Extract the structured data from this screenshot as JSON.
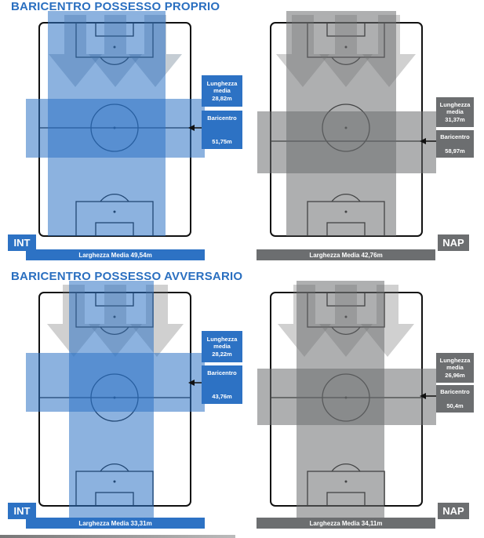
{
  "sections": [
    {
      "title": "BARICENTRO POSSESSO PROPRIO",
      "panels": [
        {
          "team": "INT",
          "width_label": "Larghezza Media 49,54m",
          "length_title": "Lunghezza media",
          "length_value": "28,82m",
          "bari_title": "Baricentro",
          "bari_value": "51,75m",
          "color": "#2d72c4"
        },
        {
          "team": "NAP",
          "width_label": "Larghezza Media 42,76m",
          "length_title": "Lunghezza media",
          "length_value": "31,37m",
          "bari_title": "Baricentro",
          "bari_value": "58,97m",
          "color": "#6c6e70"
        }
      ]
    },
    {
      "title": "BARICENTRO POSSESSO AVVERSARIO",
      "panels": [
        {
          "team": "INT",
          "width_label": "Larghezza Media 33,31m",
          "length_title": "Lunghezza media",
          "length_value": "28,22m",
          "bari_title": "Baricentro",
          "bari_value": "43,76m",
          "color": "#2d72c4"
        },
        {
          "team": "NAP",
          "width_label": "Larghezza Media 34,11m",
          "length_title": "Lunghezza media",
          "length_value": "26,96m",
          "bari_title": "Baricentro",
          "bari_value": "50,4m",
          "color": "#6c6e70"
        }
      ]
    }
  ]
}
